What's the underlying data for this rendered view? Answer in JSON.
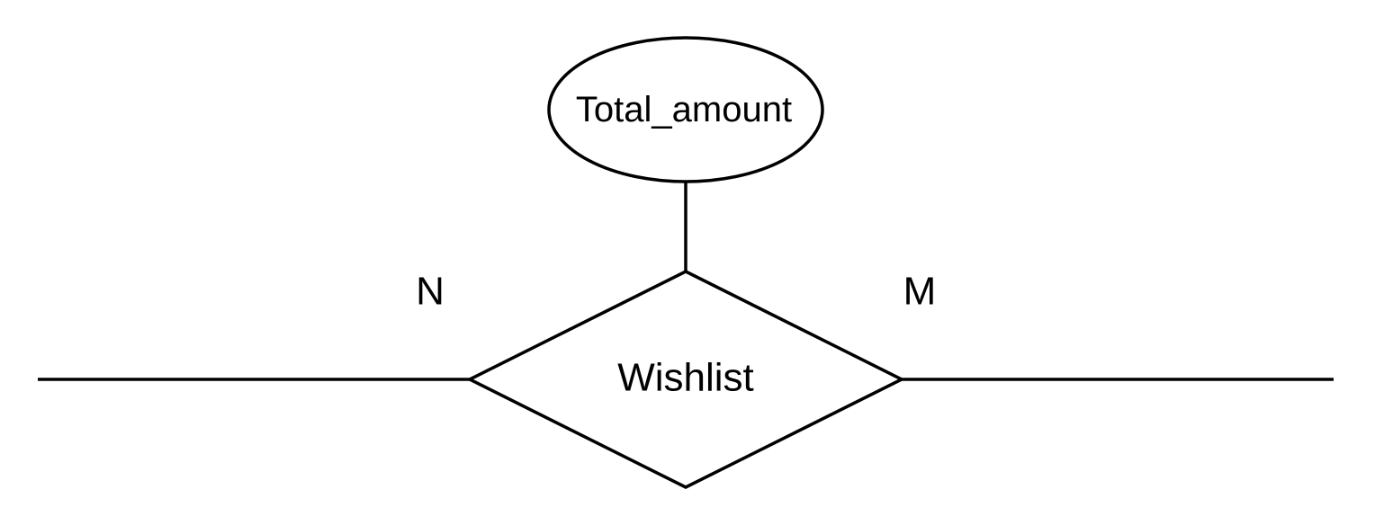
{
  "diagram": {
    "attribute": {
      "label": "Total_amount"
    },
    "relationship": {
      "label": "Wishlist"
    },
    "cardinality": {
      "left": "N",
      "right": "M"
    }
  },
  "colors": {
    "stroke": "#000000",
    "background": "#ffffff"
  }
}
